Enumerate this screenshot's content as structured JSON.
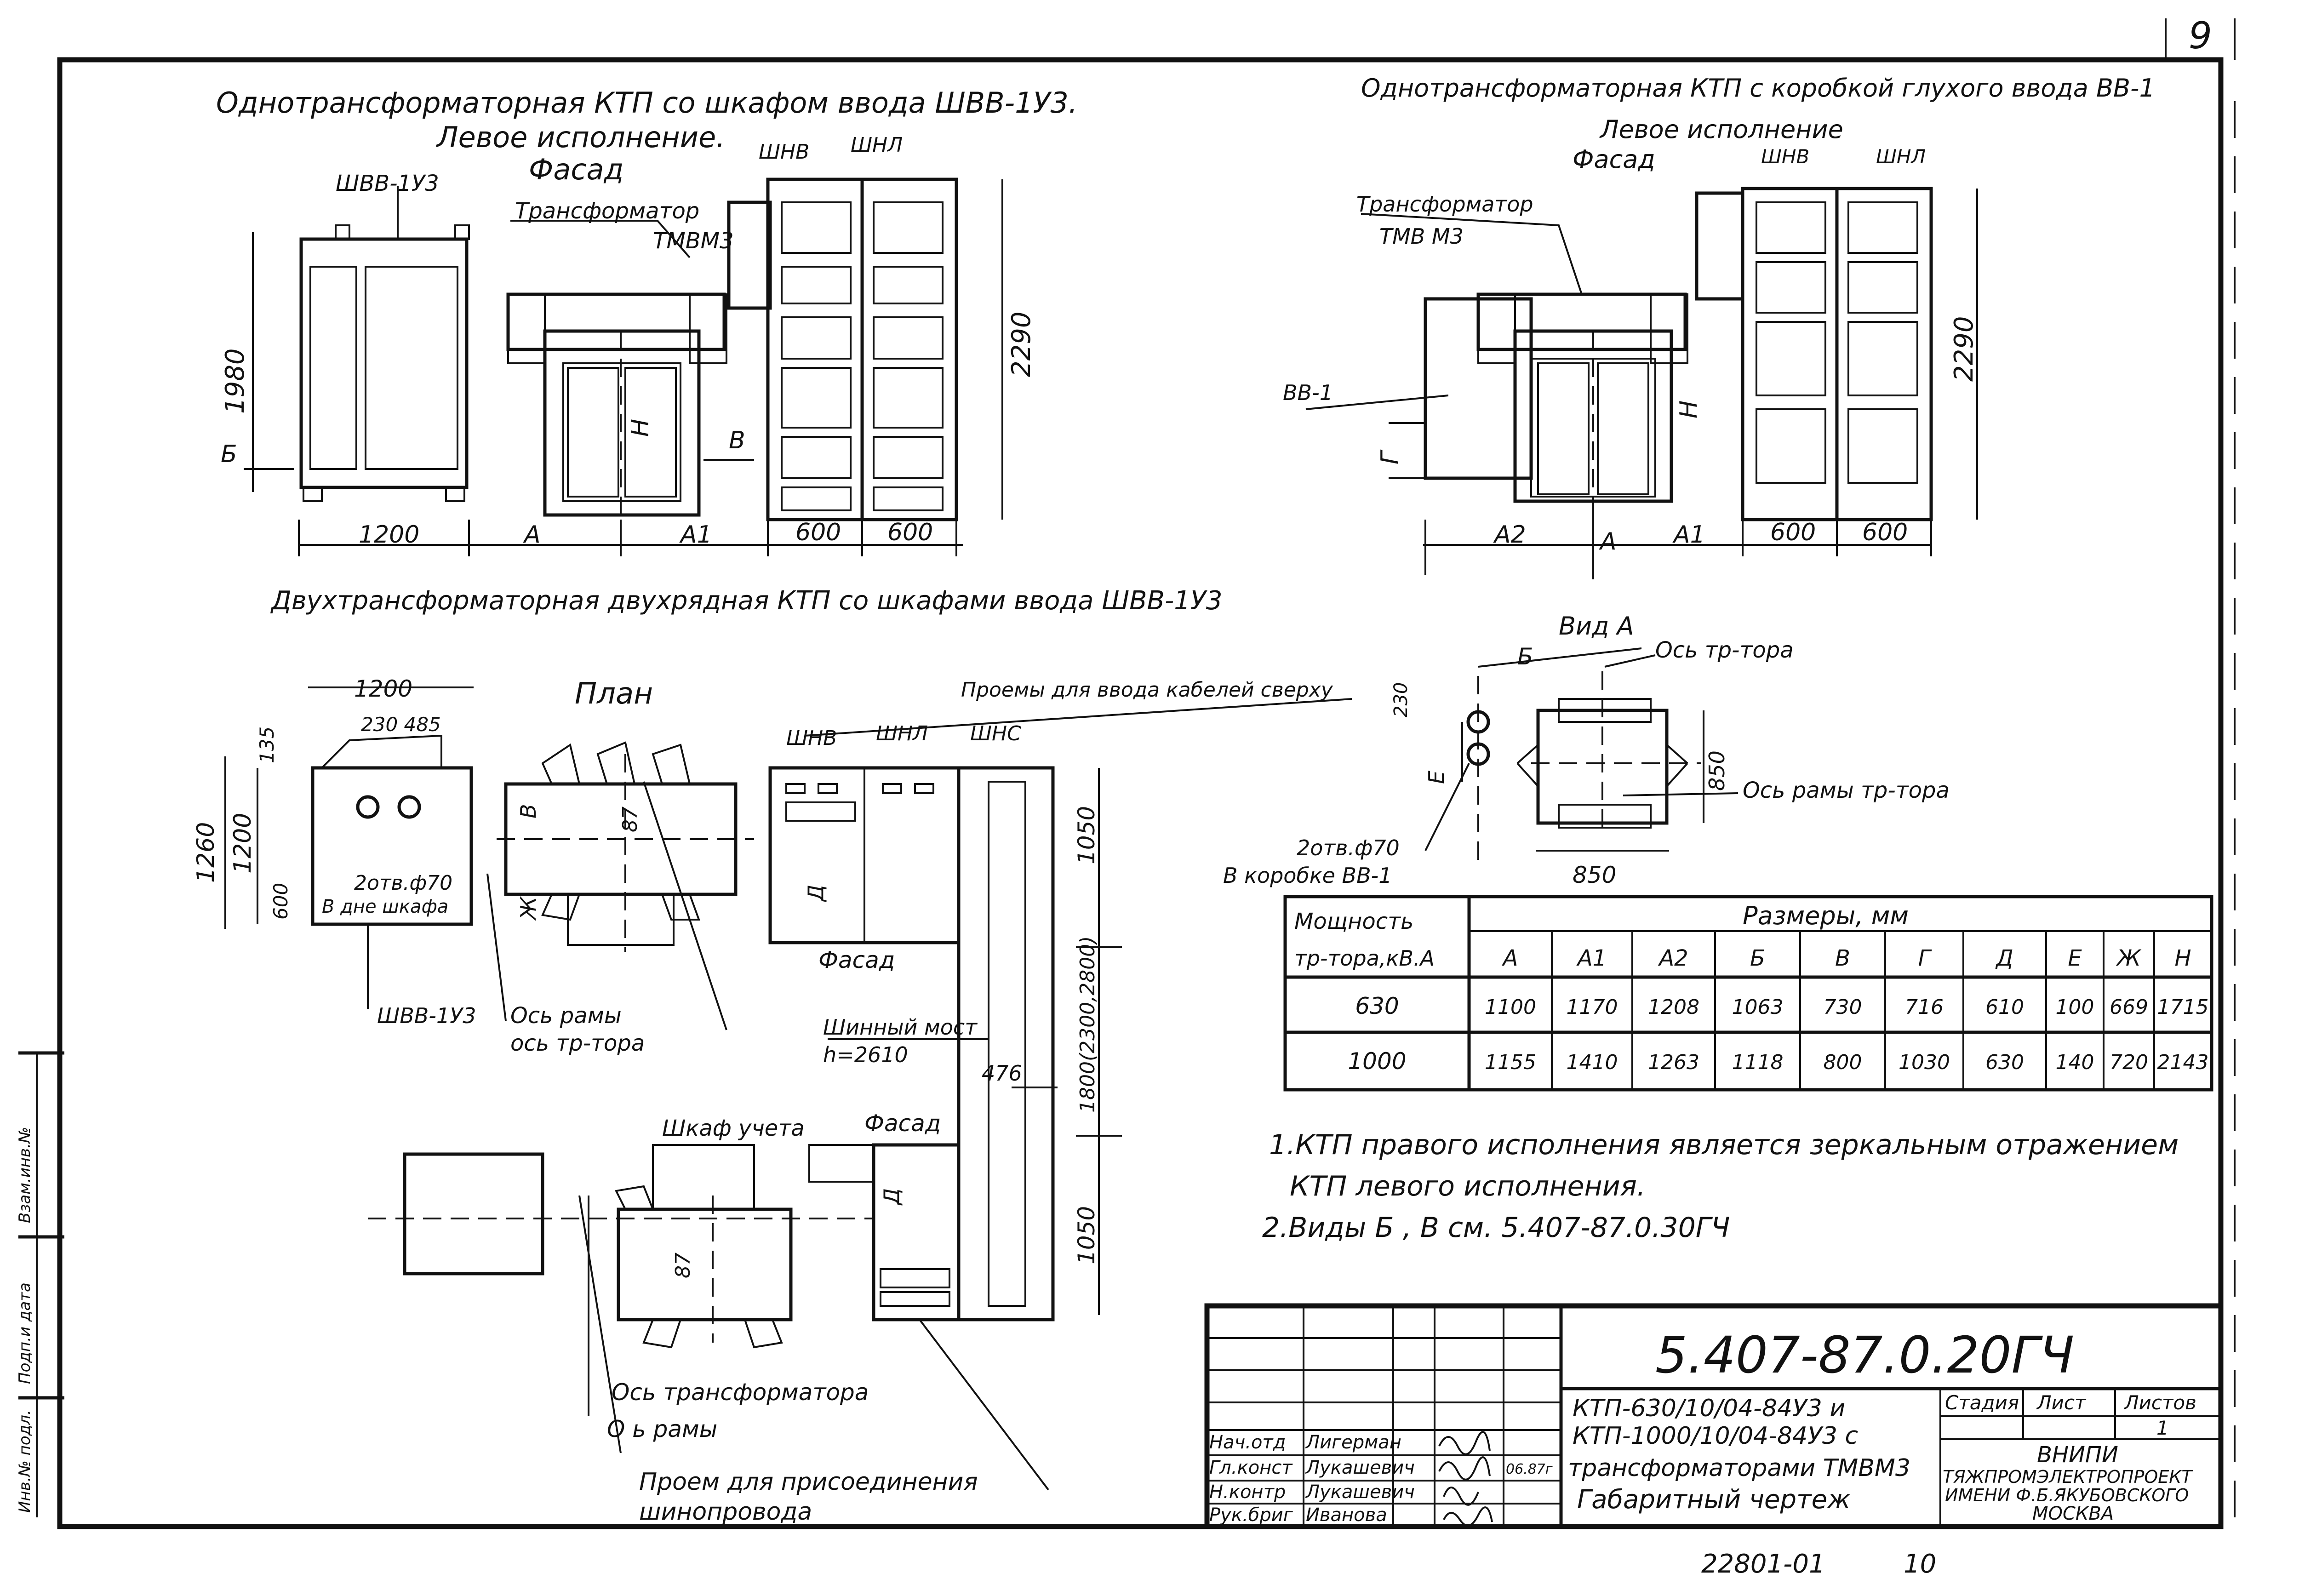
{
  "sheet_number": "9",
  "view_left": {
    "title_line1": "Однотрансформаторная КТП со шкафом ввода ШВВ-1У3.",
    "title_line2": "Левое исполнение.",
    "title_line3": "Фасад",
    "label_shvv": "ШВВ-1У3",
    "label_transformer": "Трансформатор",
    "label_tmvmz": "ТМВМ3",
    "label_shnv": "ШНВ",
    "label_shnl": "ШНЛ",
    "dim_1980": "1980",
    "dim_2290": "2290",
    "dim_1200": "1200",
    "dim_A": "А",
    "dim_A1": "А1",
    "dim_600a": "600",
    "dim_600b": "600",
    "mark_B_left": "Б",
    "mark_V": "В",
    "mark_H": "Н"
  },
  "view_right": {
    "title_line1": "Однотрансформаторная КТП с коробкой глухого ввода ВВ-1",
    "title_line2": "Левое исполнение",
    "title_line3": "Фасад",
    "label_transformer": "Трансформатор",
    "label_tmvmz": "ТМВ М3",
    "label_vv1": "ВВ-1",
    "label_shnv": "ШНВ",
    "label_shnl": "ШНЛ",
    "dim_2290": "2290",
    "dim_A2": "А2",
    "dim_A1": "А1",
    "dim_600a": "600",
    "dim_600b": "600",
    "mark_G": "Г",
    "mark_H": "Н",
    "mark_A": "А"
  },
  "view_a": {
    "title": "Вид А",
    "mark_B": "Б",
    "axis_tr": "Ось тр-тора",
    "axis_frame": "Ось рамы тр-тора",
    "dim_230": "230",
    "dim_850v": "850",
    "dim_850h": "850",
    "mark_E": "Е",
    "holes_line1": "2отв.ф70",
    "holes_line2": "В коробке ВВ-1"
  },
  "plan": {
    "section_title": "Двухтрансформаторная двухрядная КТП со шкафами ввода ШВВ-1У3",
    "title": "План",
    "dim_1200": "1200",
    "dim_230_485": "230 485",
    "dim_135": "135",
    "dim_1260": "1260",
    "dim_1200v": "1200",
    "dim_600": "600",
    "dim_87a": "87",
    "dim_87b": "87",
    "mark_V": "В",
    "mark_Zh": "Ж",
    "mark_D1": "Д",
    "mark_D2": "Д",
    "holes_line1": "2отв.ф70",
    "holes_line2": "В дне шкафа",
    "label_shvv": "ШВВ-1У3",
    "axis_frame_line1": "Ось рамы",
    "axis_frame_line2": "ось тр-тора",
    "openings": "Проемы для ввода кабелей сверху",
    "label_shnv": "ШНВ",
    "label_shnl": "ШНЛ",
    "label_shns": "ШНС",
    "facade1": "Фасад",
    "bus_bridge": "Шинный мост",
    "bus_height": "h=2610",
    "dim_476": "476",
    "dim_1050a": "1050",
    "dim_1800": "1800(2300,2800)",
    "dim_1050b": "1050",
    "meter_cabinet": "Шкаф учета",
    "facade2": "Фасад",
    "axis_transformer": "Ось трансформатора",
    "axis_frame2": "О ь рамы",
    "opening_note_line1": "Проем для присоединения",
    "opening_note_line2": "шинопровода"
  },
  "sizes_table": {
    "header_power_line1": "Мощность",
    "header_power_line2": "тр-тора,кВ.А",
    "header_sizes": "Размеры, мм",
    "columns": [
      "А",
      "А1",
      "А2",
      "Б",
      "В",
      "Г",
      "Д",
      "Е",
      "Ж",
      "Н"
    ],
    "rows": [
      {
        "power": "630",
        "values": [
          "1100",
          "1170",
          "1208",
          "1063",
          "730",
          "716",
          "610",
          "100",
          "669",
          "1715"
        ]
      },
      {
        "power": "1000",
        "values": [
          "1155",
          "1410",
          "1263",
          "1118",
          "800",
          "1030",
          "630",
          "140",
          "720",
          "2143"
        ]
      }
    ]
  },
  "notes": {
    "note1_line1": "1.КТП правого исполнения является зеркальным отражением",
    "note1_line2": "КТП левого исполнения.",
    "note2": "2.Виды Б , В см. 5.407-87.0.30ГЧ"
  },
  "title_block": {
    "code": "5.407-87.0.20ГЧ",
    "desc_line1": "КТП-630/10/04-84У3 и",
    "desc_line2": "КТП-1000/10/04-84У3 с",
    "desc_line3": "трансформаторами ТМВМ3",
    "desc_line4": "Габаритный чертеж",
    "stage": "Стадия",
    "sheet": "Лист",
    "sheets": "Листов",
    "sheets_value": "1",
    "org_line1": "ВНИПИ",
    "org_line2": "ТЯЖПРОМЭЛЕКТРОПРОЕКТ",
    "org_line3": "ИМЕНИ Ф.Б.ЯКУБОВСКОГО",
    "org_line4": "МОСКВА",
    "role1": "Нач.отд",
    "name1": "Лигерман",
    "role2": "Гл.конст",
    "name2": "Лукашевич",
    "date2": "06.87г",
    "role3": "Н.контр",
    "name3": "Лукашевич",
    "role4": "Рук.бриг",
    "name4": "Иванова",
    "doc_number": "22801-01",
    "page": "10"
  },
  "margin_stamp": {
    "field1": "Взам.инв.№",
    "field2": "Подп.и дата",
    "field3": "Инв.№ подл."
  }
}
